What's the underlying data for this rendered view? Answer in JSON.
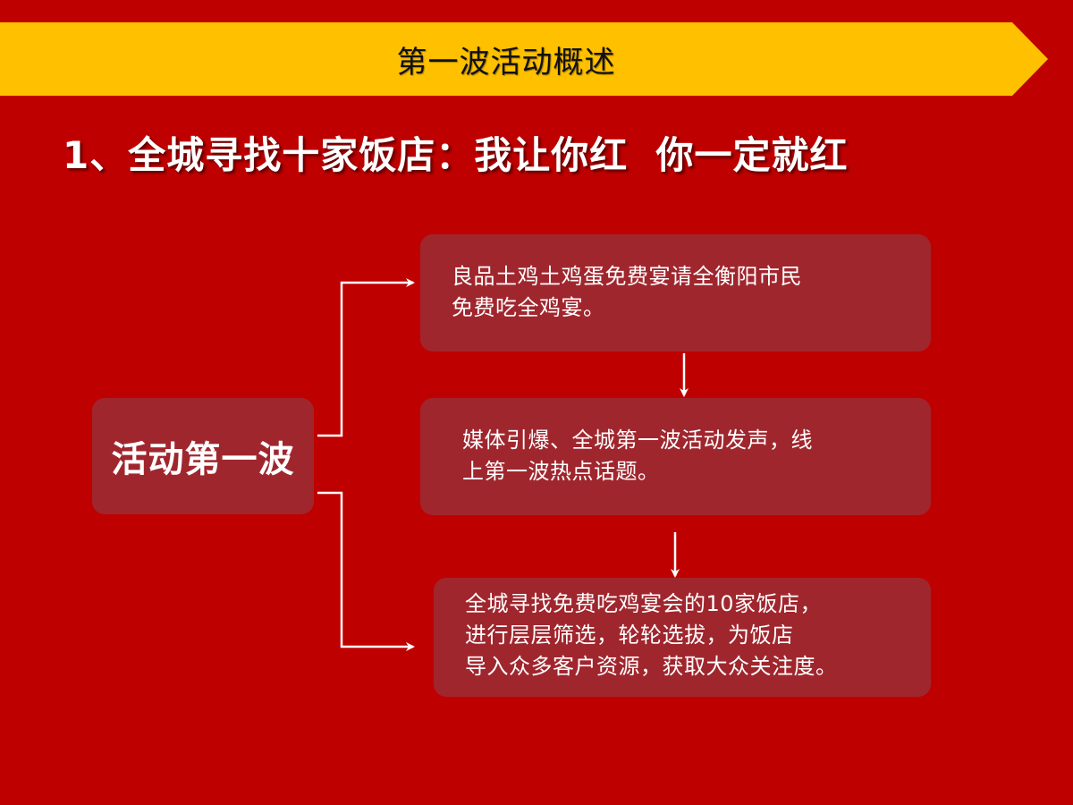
{
  "header": {
    "title": "第一波活动概述",
    "banner_color": "#ffc000"
  },
  "subtitle": "1、全城寻找十家饭店：我让你红  你一定就红",
  "diagram": {
    "root": {
      "label": "活动第一波"
    },
    "steps": [
      {
        "text": "良品土鸡土鸡蛋免费宴请全衡阳市民\n免费吃全鸡宴。"
      },
      {
        "text": "媒体引爆、全城第一波活动发声，线\n上第一波热点话题。"
      },
      {
        "text": "全城寻找免费吃鸡宴会的10家饭店，\n进行层层筛选，轮轮选拔，为饭店\n导入众多客户资源，获取大众关注度。"
      }
    ],
    "connectors": [
      {
        "from": "root",
        "to": "step1",
        "icon": "arrow-right-icon"
      },
      {
        "from": "root",
        "to": "step3",
        "icon": "arrow-right-icon"
      },
      {
        "from": "step1",
        "to": "step2",
        "icon": "arrow-down-icon"
      },
      {
        "from": "step2",
        "to": "step3",
        "icon": "arrow-down-icon"
      }
    ]
  },
  "colors": {
    "background": "#bf0000",
    "box_fill": "#a0262e",
    "text": "#ffffff",
    "banner": "#ffc000"
  }
}
